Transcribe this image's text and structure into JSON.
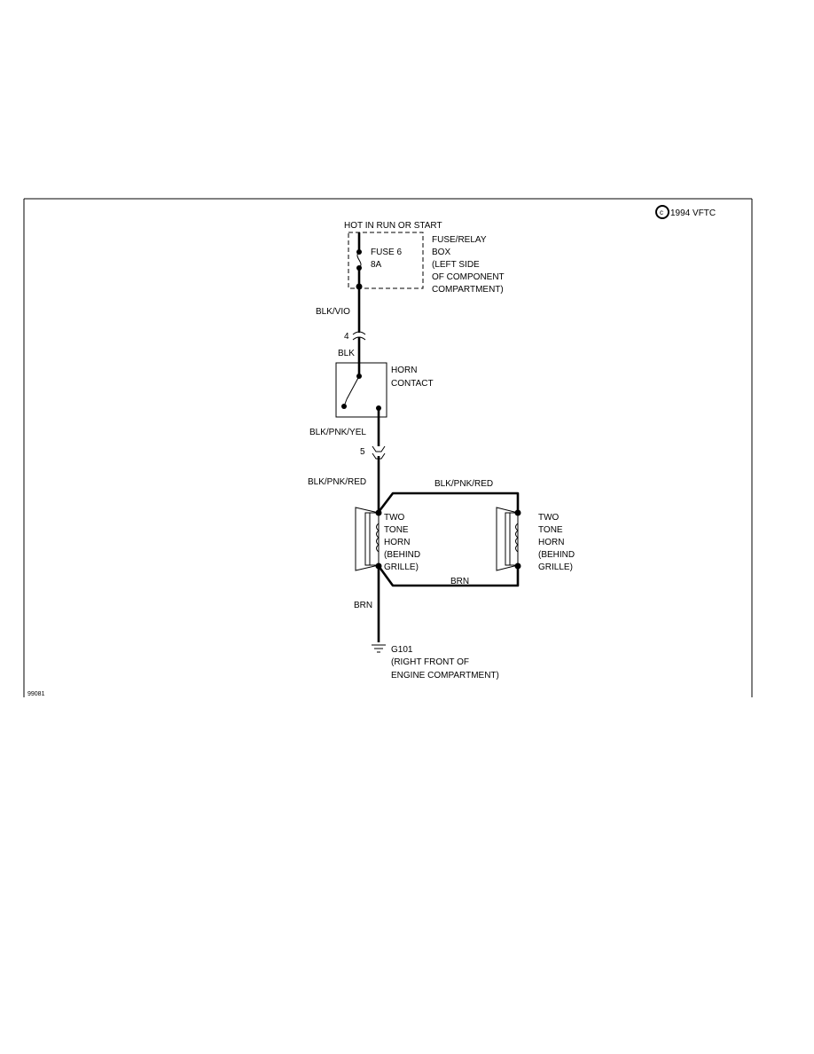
{
  "copyright": "1994 VFTC",
  "figure_code": "99081",
  "power": {
    "label": "HOT IN RUN OR START"
  },
  "fuse": {
    "name": "FUSE 6",
    "rating": "8A"
  },
  "fuse_box": {
    "lines": [
      "FUSE/RELAY",
      "BOX",
      "(LEFT SIDE",
      "OF COMPONENT",
      "COMPARTMENT)"
    ]
  },
  "wires": {
    "w1": "BLK/VIO",
    "w2": "BLK",
    "w3": "BLK/PNK/YEL",
    "w4": "BLK/PNK/RED",
    "w5": "BLK/PNK/RED",
    "w6": "BRN",
    "w7": "BRN"
  },
  "connectors": {
    "c1": "4",
    "c2": "5"
  },
  "horn_contact": {
    "lines": [
      "HORN",
      "CONTACT"
    ]
  },
  "horn_left": {
    "lines": [
      "TWO",
      "TONE",
      "HORN",
      "(BEHIND",
      "GRILLE)"
    ]
  },
  "horn_right": {
    "lines": [
      "TWO",
      "TONE",
      "HORN",
      "(BEHIND",
      "GRILLE)"
    ]
  },
  "ground": {
    "id": "G101",
    "lines": [
      "(RIGHT FRONT OF",
      "ENGINE COMPARTMENT)"
    ]
  }
}
